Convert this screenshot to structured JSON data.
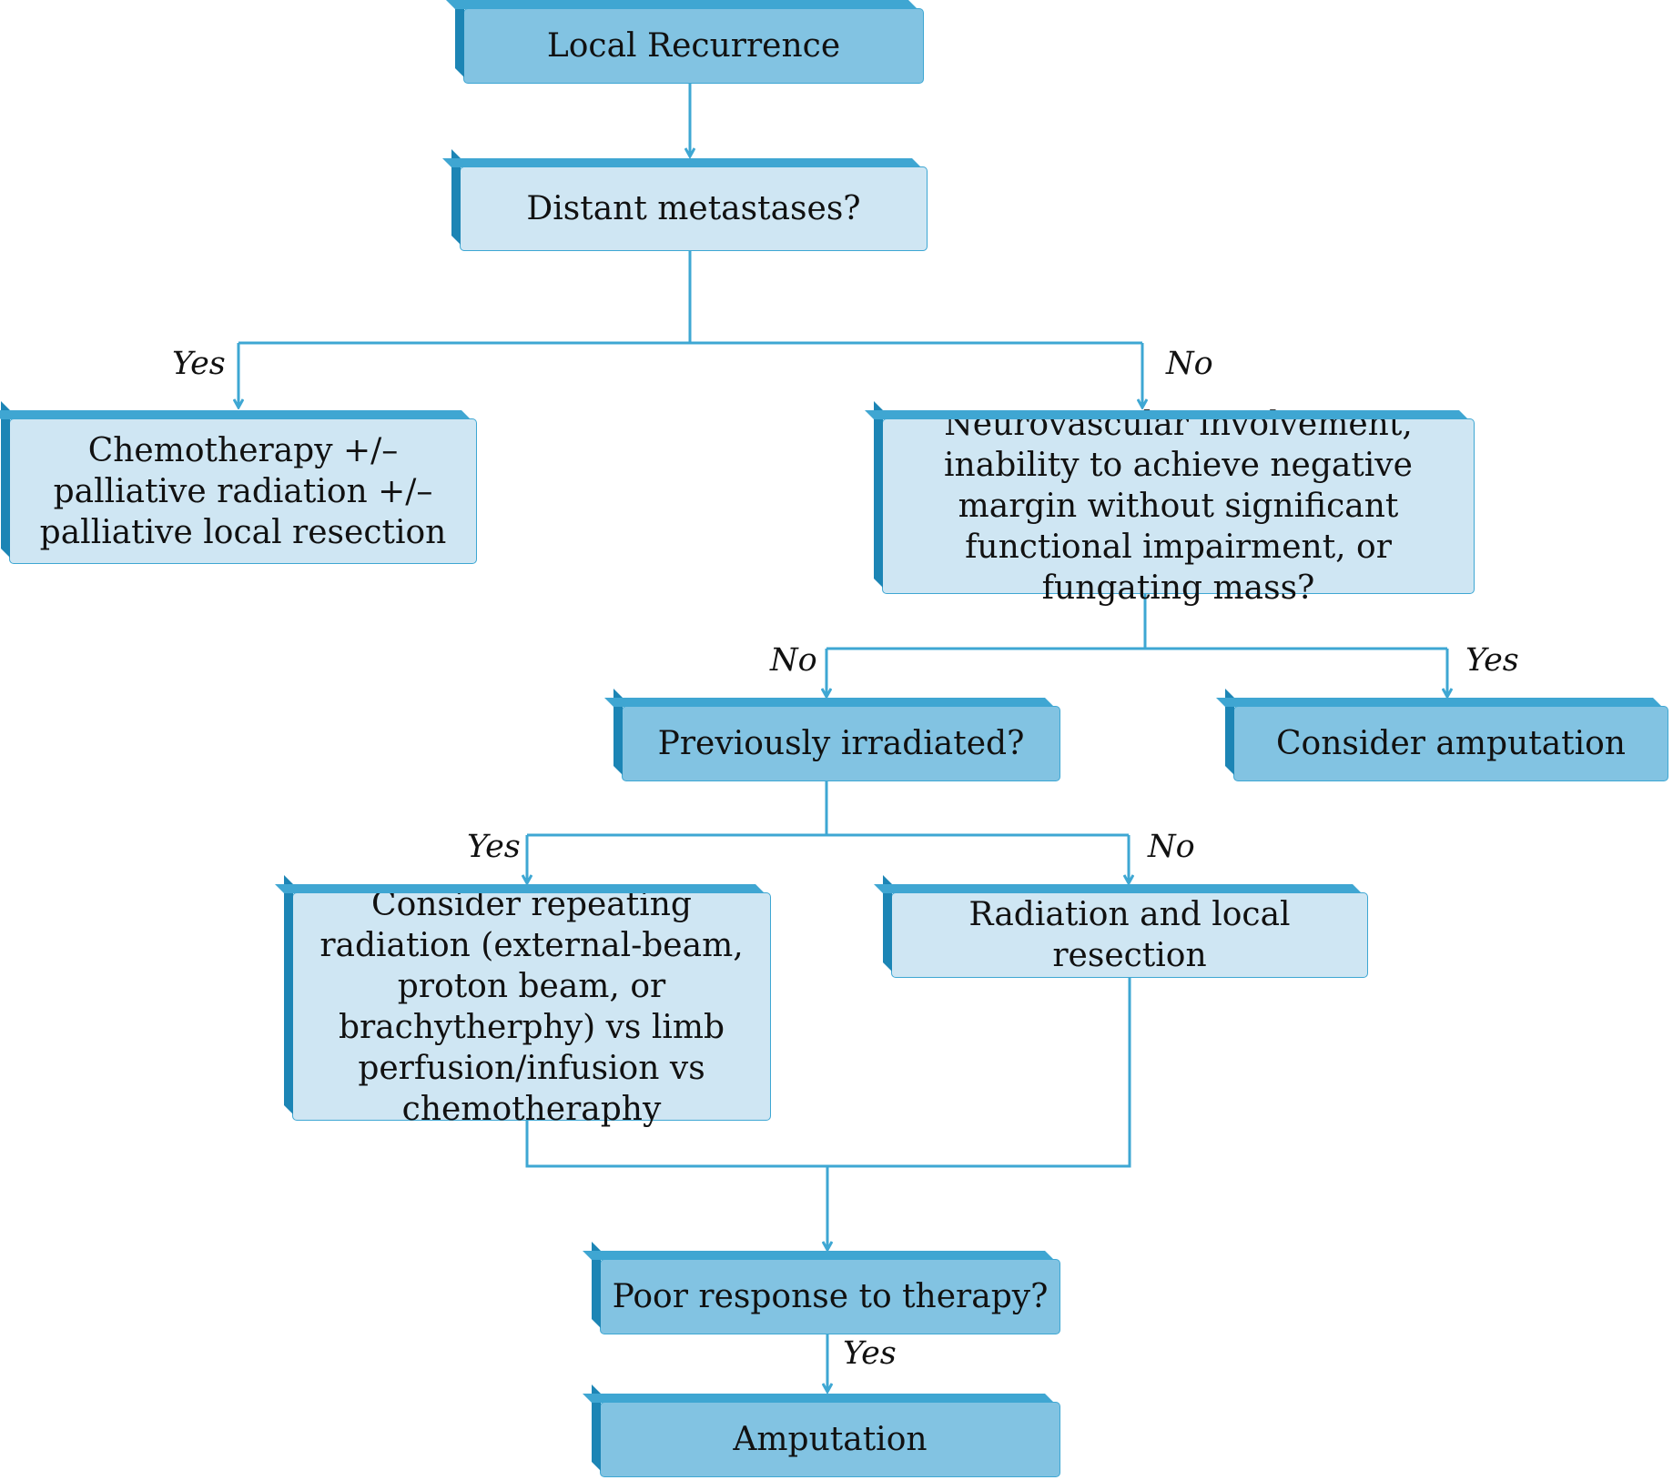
{
  "nodes": {
    "local_recurrence": "Local Recurrence",
    "distant_metastases": "Distant metastases?",
    "chemotherapy": "Chemotherapy +/– palliative radiation +/– palliative local resection",
    "neurovascular": "Neurovascular involvement, inability to achieve negative margin without significant functional impairment, or fungating mass?",
    "previously_irradiated": "Previously irradiated?",
    "consider_amputation": "Consider amputation",
    "consider_repeating": "Consider repeating radiation (external-beam, proton beam, or brachytherphy) vs limb perfusion/infusion vs chemotheraphy",
    "radiation_local_resection": "Radiation and local resection",
    "poor_response": "Poor response to therapy?",
    "amputation": "Amputation"
  },
  "edge_labels": {
    "metastases_yes": "Yes",
    "metastases_no": "No",
    "neurovascular_no": "No",
    "neurovascular_yes": "Yes",
    "irradiated_yes": "Yes",
    "irradiated_no": "No",
    "poor_response_yes": "Yes"
  },
  "colors": {
    "connector": "#3ea7d3",
    "box_dark": "#82c3e2",
    "box_light": "#cfe6f3",
    "bevel": "#1c85b5"
  }
}
